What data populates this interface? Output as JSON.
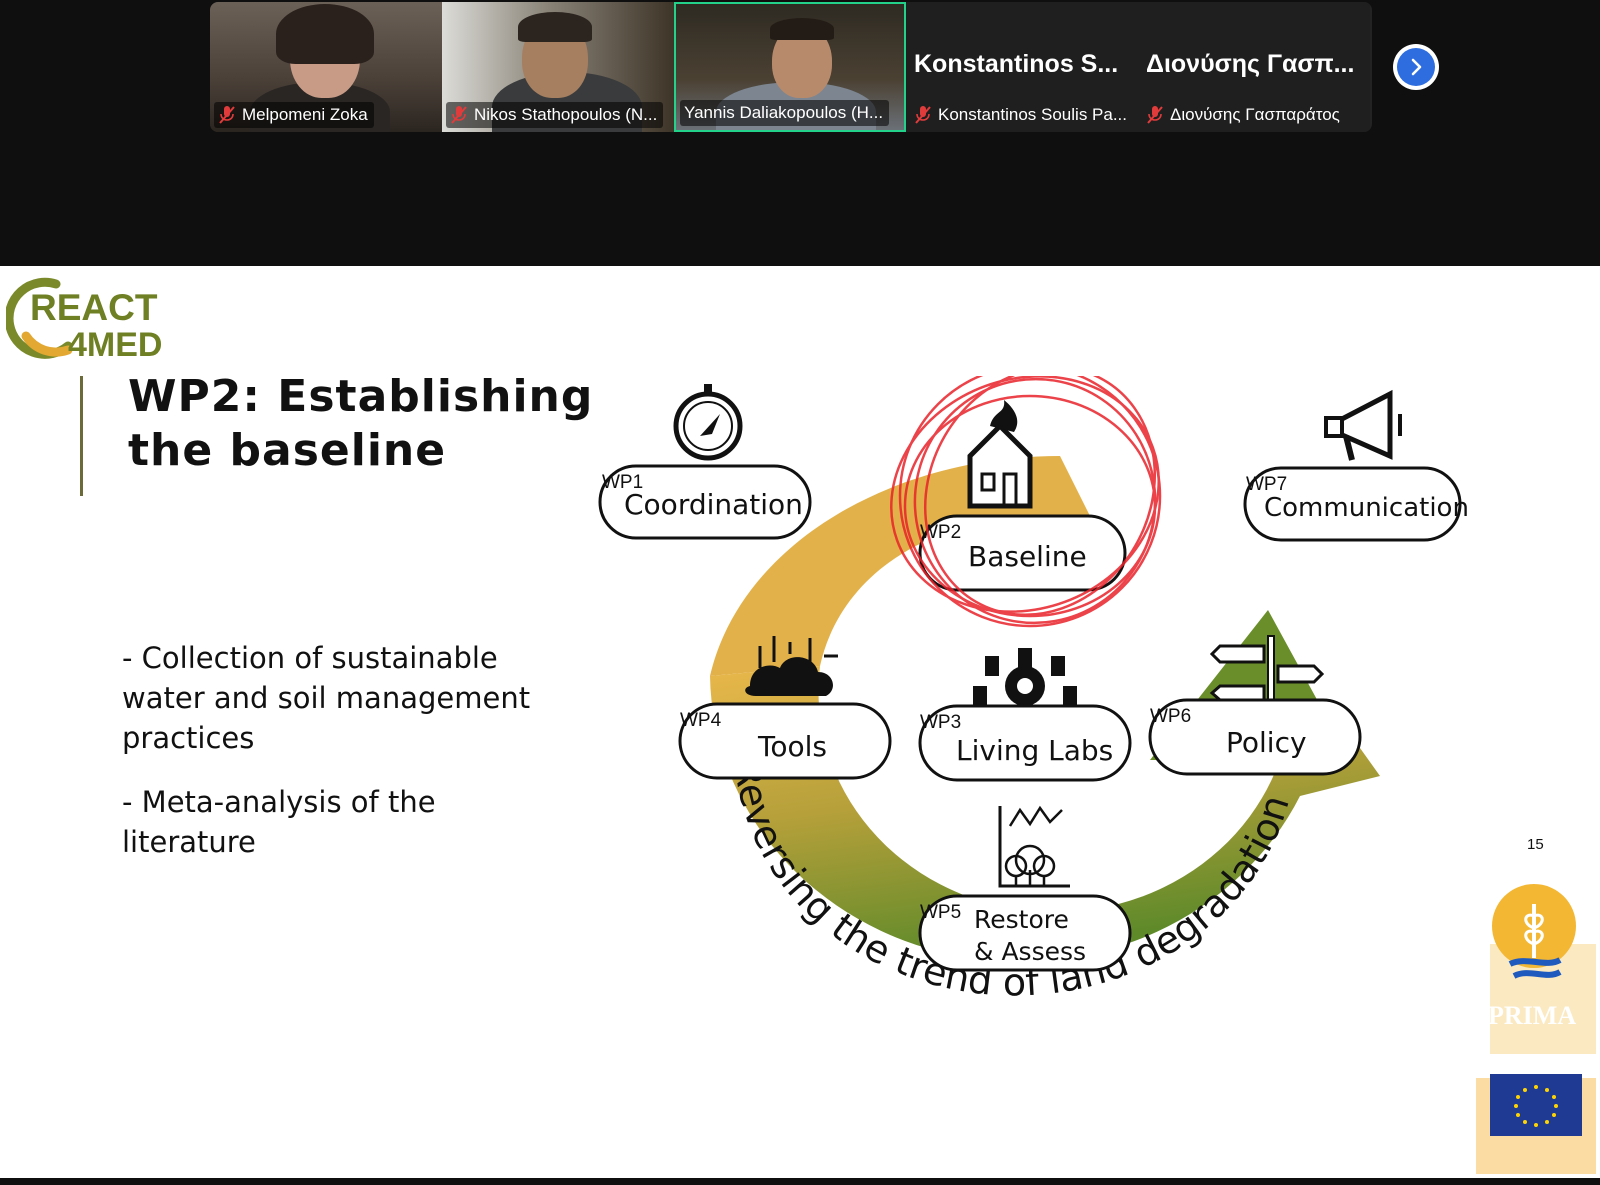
{
  "participants": [
    {
      "name": "Melpomeni Zoka",
      "muted": true,
      "video": true
    },
    {
      "name": "Nikos Stathopoulos (N...",
      "muted": true,
      "video": true
    },
    {
      "name": "Yannis Daliakopoulos (H...",
      "muted": false,
      "video": true,
      "active_speaker": true
    },
    {
      "display_name": "Konstantinos S...",
      "name": "Konstantinos Soulis Pa...",
      "muted": true,
      "video": false
    },
    {
      "display_name": "Διονύσης Γασπ...",
      "name": "Διονύσης Γασπαράτος",
      "muted": true,
      "video": false
    }
  ],
  "next_page_icon": "chevron-right-icon",
  "slide": {
    "logo": {
      "line1": "REACT",
      "line2": "4MED"
    },
    "title": "WP2: Establishing the baseline",
    "bullets": [
      "- Collection of sustainable water and soil management practices",
      "- Meta-analysis of the literature"
    ],
    "page_number": "15",
    "diagram": {
      "ring_text": "Reversing the trend of land degradation",
      "nodes": [
        {
          "code": "WP1",
          "label": "Coordination",
          "icon": "compass-icon"
        },
        {
          "code": "WP2",
          "label": "Baseline",
          "icon": "burning-house-icon",
          "highlighted": true
        },
        {
          "code": "WP7",
          "label": "Communication",
          "icon": "megaphone-icon"
        },
        {
          "code": "WP4",
          "label": "Tools",
          "icon": "cloud-circuit-icon"
        },
        {
          "code": "WP3",
          "label": "Living Labs",
          "icon": "people-gear-icon"
        },
        {
          "code": "WP6",
          "label": "Policy",
          "icon": "signpost-icon"
        },
        {
          "code": "WP5",
          "label": "Restore",
          "label2": "& Assess",
          "icon": "tree-chart-icon"
        }
      ]
    },
    "sponsor_logo": {
      "text": "PRIMA"
    }
  },
  "colors": {
    "active_border": "#23d18b",
    "next_button": "#2d6de0",
    "ring_gold": "#e3b14a",
    "ring_green": "#6a8e2a",
    "highlight_scribble": "#e8232a",
    "eu_blue": "#1f3a93"
  }
}
